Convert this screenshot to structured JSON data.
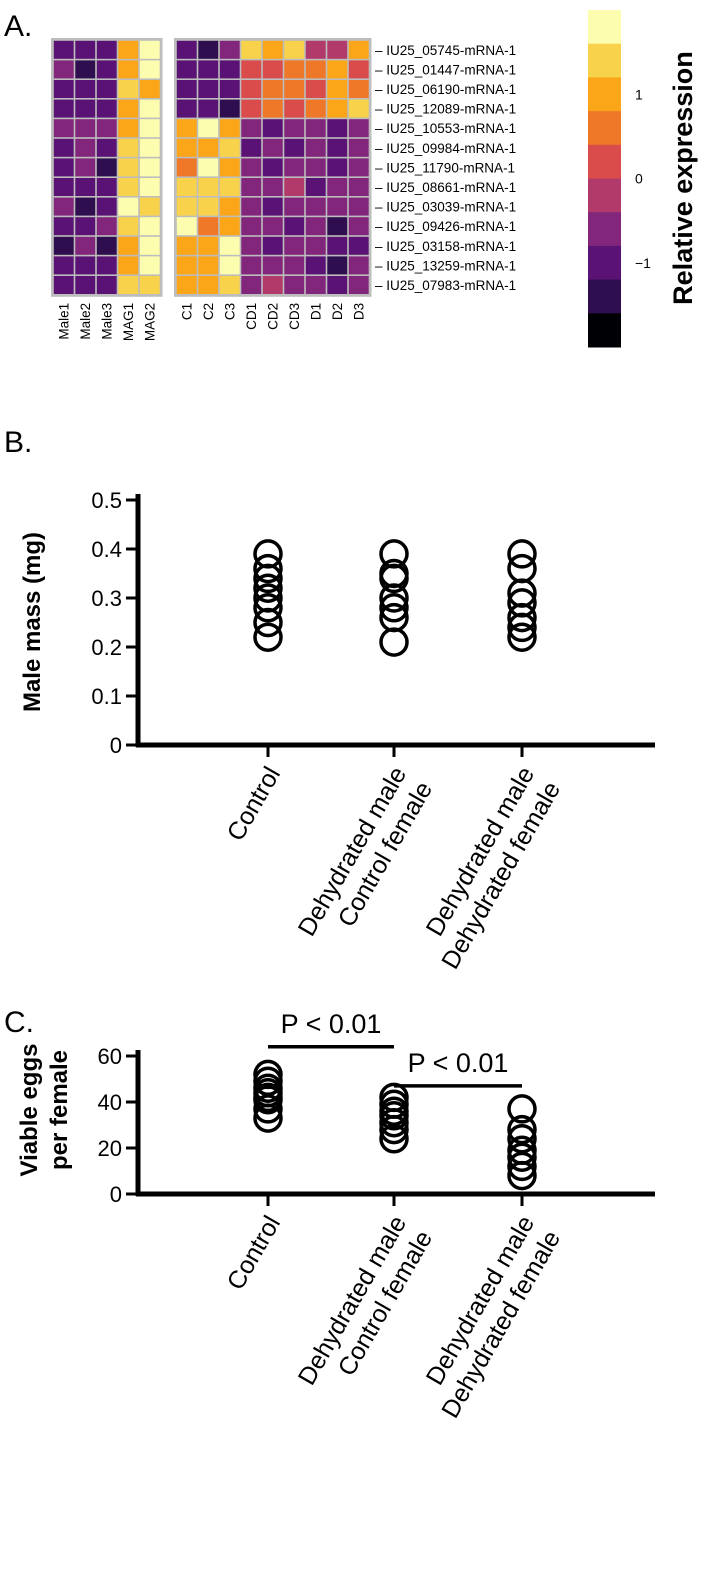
{
  "panel_labels": [
    "A.",
    "B.",
    "C."
  ],
  "chart_data": [
    {
      "type": "heatmap",
      "panel": "A.",
      "rows": [
        "IU25_05745-mRNA-1",
        "IU25_01447-mRNA-1",
        "IU25_06190-mRNA-1",
        "IU25_12089-mRNA-1",
        "IU25_10553-mRNA-1",
        "IU25_09984-mRNA-1",
        "IU25_11790-mRNA-1",
        "IU25_08661-mRNA-1",
        "IU25_03039-mRNA-1",
        "IU25_09426-mRNA-1",
        "IU25_03158-mRNA-1",
        "IU25_13259-mRNA-1",
        "IU25_07983-mRNA-1"
      ],
      "row_label_prefix": "– ",
      "column_groups": [
        {
          "columns": [
            "Male1",
            "Male2",
            "Male3",
            "MAG1",
            "MAG2"
          ]
        },
        {
          "columns": [
            "C1",
            "C2",
            "C3",
            "CD1",
            "CD2",
            "CD3",
            "D1",
            "D2",
            "D3"
          ]
        }
      ],
      "values": [
        [
          -0.8,
          -0.8,
          -0.8,
          1.2,
          1.6,
          -0.8,
          -1.2,
          -0.6,
          1.3,
          1.0,
          1.4,
          -0.2,
          -0.2,
          1.0
        ],
        [
          -0.5,
          -1.3,
          -0.8,
          1.2,
          1.6,
          -0.8,
          -1.0,
          -1.0,
          0.2,
          0.4,
          0.6,
          0.8,
          0.9,
          0.3
        ],
        [
          -0.8,
          -0.8,
          -0.8,
          1.5,
          1.2,
          -0.8,
          -1.1,
          -0.8,
          0.2,
          0.5,
          0.7,
          0.4,
          1.2,
          0.8
        ],
        [
          -0.8,
          -0.8,
          -0.9,
          1.1,
          1.6,
          -0.8,
          -0.8,
          -1.2,
          0.4,
          0.5,
          0.3,
          0.5,
          1.2,
          1.5
        ],
        [
          -0.7,
          -0.5,
          -0.6,
          1.2,
          1.6,
          1.1,
          1.6,
          1.2,
          -0.4,
          -0.8,
          -0.6,
          -0.7,
          -0.8,
          -0.7
        ],
        [
          -0.8,
          -0.5,
          -0.8,
          1.5,
          1.6,
          1.1,
          1.2,
          1.4,
          -0.8,
          -0.5,
          -0.8,
          -0.5,
          -0.8,
          -0.5
        ],
        [
          -0.8,
          -0.5,
          -1.2,
          1.5,
          1.6,
          0.7,
          1.6,
          1.2,
          -0.5,
          -0.8,
          -0.6,
          -0.5,
          -0.8,
          -0.5
        ],
        [
          -0.8,
          -0.8,
          -0.8,
          1.4,
          1.6,
          1.3,
          1.3,
          1.3,
          -0.5,
          -0.4,
          -0.3,
          -0.8,
          -0.5,
          -0.4
        ],
        [
          -0.5,
          -1.2,
          -0.8,
          1.6,
          1.3,
          1.3,
          1.3,
          1.2,
          -0.6,
          -0.8,
          -0.6,
          -0.4,
          -0.5,
          -0.7
        ],
        [
          -0.8,
          -0.8,
          -0.5,
          1.3,
          1.6,
          1.6,
          0.8,
          1.2,
          -0.5,
          -0.5,
          -0.8,
          -0.6,
          -1.3,
          -0.6
        ],
        [
          -1.2,
          -0.5,
          -1.2,
          1.1,
          1.6,
          1.2,
          1.0,
          1.6,
          -0.5,
          -0.8,
          -0.6,
          -0.6,
          -0.8,
          -0.8
        ],
        [
          -0.8,
          -0.8,
          -0.9,
          1.1,
          1.6,
          1.2,
          1.2,
          1.6,
          -0.5,
          -0.5,
          -0.5,
          -0.9,
          -1.2,
          -0.6
        ],
        [
          -0.8,
          -0.8,
          -0.8,
          1.3,
          1.3,
          1.2,
          1.1,
          1.3,
          -0.5,
          -0.3,
          -0.4,
          -0.6,
          -0.8,
          -0.5
        ]
      ],
      "colorbar": {
        "title": "Relative expression",
        "ticks": [
          1,
          0,
          -1
        ],
        "tick_labels": [
          "1",
          "0",
          "−1"
        ],
        "range": [
          -2,
          2
        ],
        "colors": [
          "#fdfdb0",
          "#f9d24b",
          "#fba618",
          "#ef7728",
          "#d94c4b",
          "#b23a6b",
          "#82267b",
          "#5a1374",
          "#2f0e4f",
          "#000004"
        ]
      }
    },
    {
      "type": "scatter",
      "panel": "B.",
      "ylabel": "Male mass (mg)",
      "ylim": [
        0,
        0.5
      ],
      "yticks": [
        0,
        0.1,
        0.2,
        0.3,
        0.4,
        0.5
      ],
      "ytick_labels": [
        "0",
        "0.1",
        "0.2",
        "0.3",
        "0.4",
        "0.5"
      ],
      "categories": [
        "Control",
        "Dehydrated male\nControl female",
        "Dehydrated male\nDehydrated female"
      ],
      "series": [
        {
          "category": "Control",
          "values": [
            0.39,
            0.36,
            0.34,
            0.32,
            0.3,
            0.28,
            0.25,
            0.22
          ]
        },
        {
          "category": "Dehydrated male\nControl female",
          "values": [
            0.39,
            0.35,
            0.34,
            0.3,
            0.28,
            0.26,
            0.21
          ]
        },
        {
          "category": "Dehydrated male\nDehydrated female",
          "values": [
            0.39,
            0.36,
            0.31,
            0.29,
            0.26,
            0.24,
            0.22
          ]
        }
      ]
    },
    {
      "type": "scatter",
      "panel": "C.",
      "ylabel": "Viable eggs\nper female",
      "ylim": [
        0,
        60
      ],
      "yticks": [
        0,
        20,
        40,
        60
      ],
      "ytick_labels": [
        "0",
        "20",
        "40",
        "60"
      ],
      "categories": [
        "Control",
        "Dehydrated male\nControl female",
        "Dehydrated male\nDehydrated female"
      ],
      "series": [
        {
          "category": "Control",
          "values": [
            52,
            49,
            46,
            44,
            42,
            41,
            37,
            33
          ]
        },
        {
          "category": "Dehydrated male\nControl female",
          "values": [
            42,
            39,
            36,
            34,
            31,
            28,
            24
          ]
        },
        {
          "category": "Dehydrated male\nDehydrated female",
          "values": [
            37,
            28,
            24,
            19,
            16,
            12,
            8
          ]
        }
      ],
      "annotations": [
        {
          "text": "P < 0.01",
          "from": 0,
          "to": 1,
          "y": 64
        },
        {
          "text": "P < 0.01",
          "from": 1,
          "to": 2,
          "y": 47
        }
      ]
    }
  ]
}
